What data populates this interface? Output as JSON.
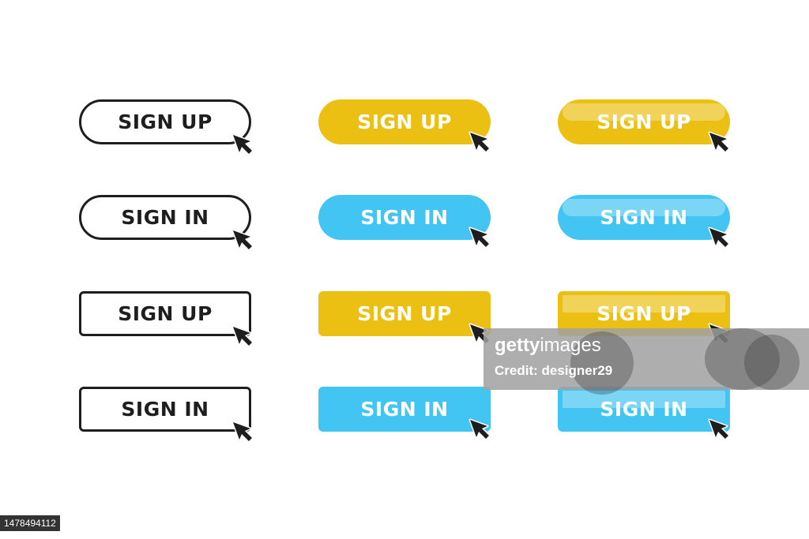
{
  "colors": {
    "yellow": "#ecc012",
    "blue": "#42c5f3",
    "outline": "#1e1e1e",
    "cursor": "#1e1e1e"
  },
  "buttons": [
    {
      "label": "SIGN UP",
      "style": "outline",
      "shape": "pill",
      "color": "outline",
      "glossy": false
    },
    {
      "label": "SIGN UP",
      "style": "filled",
      "shape": "pill",
      "color": "yellow",
      "glossy": false
    },
    {
      "label": "SIGN UP",
      "style": "filled",
      "shape": "pill",
      "color": "yellow",
      "glossy": true
    },
    {
      "label": "SIGN IN",
      "style": "outline",
      "shape": "pill",
      "color": "outline",
      "glossy": false
    },
    {
      "label": "SIGN IN",
      "style": "filled",
      "shape": "pill",
      "color": "blue",
      "glossy": false
    },
    {
      "label": "SIGN IN",
      "style": "filled",
      "shape": "pill",
      "color": "blue",
      "glossy": true
    },
    {
      "label": "SIGN UP",
      "style": "outline",
      "shape": "rect",
      "color": "outline",
      "glossy": false
    },
    {
      "label": "SIGN UP",
      "style": "filled",
      "shape": "rect",
      "color": "yellow",
      "glossy": false
    },
    {
      "label": "SIGN UP",
      "style": "filled",
      "shape": "rect",
      "color": "yellow",
      "glossy": true
    },
    {
      "label": "SIGN IN",
      "style": "outline",
      "shape": "rect",
      "color": "outline",
      "glossy": false
    },
    {
      "label": "SIGN IN",
      "style": "filled",
      "shape": "rect",
      "color": "blue",
      "glossy": false
    },
    {
      "label": "SIGN IN",
      "style": "filled",
      "shape": "rect",
      "color": "blue",
      "glossy": true
    }
  ],
  "cursor_icon": "arrow-pointer-icon",
  "watermark": {
    "brand_bold": "getty",
    "brand_light": "images",
    "credit": "Credit: designer29"
  },
  "image_id": "1478494112"
}
